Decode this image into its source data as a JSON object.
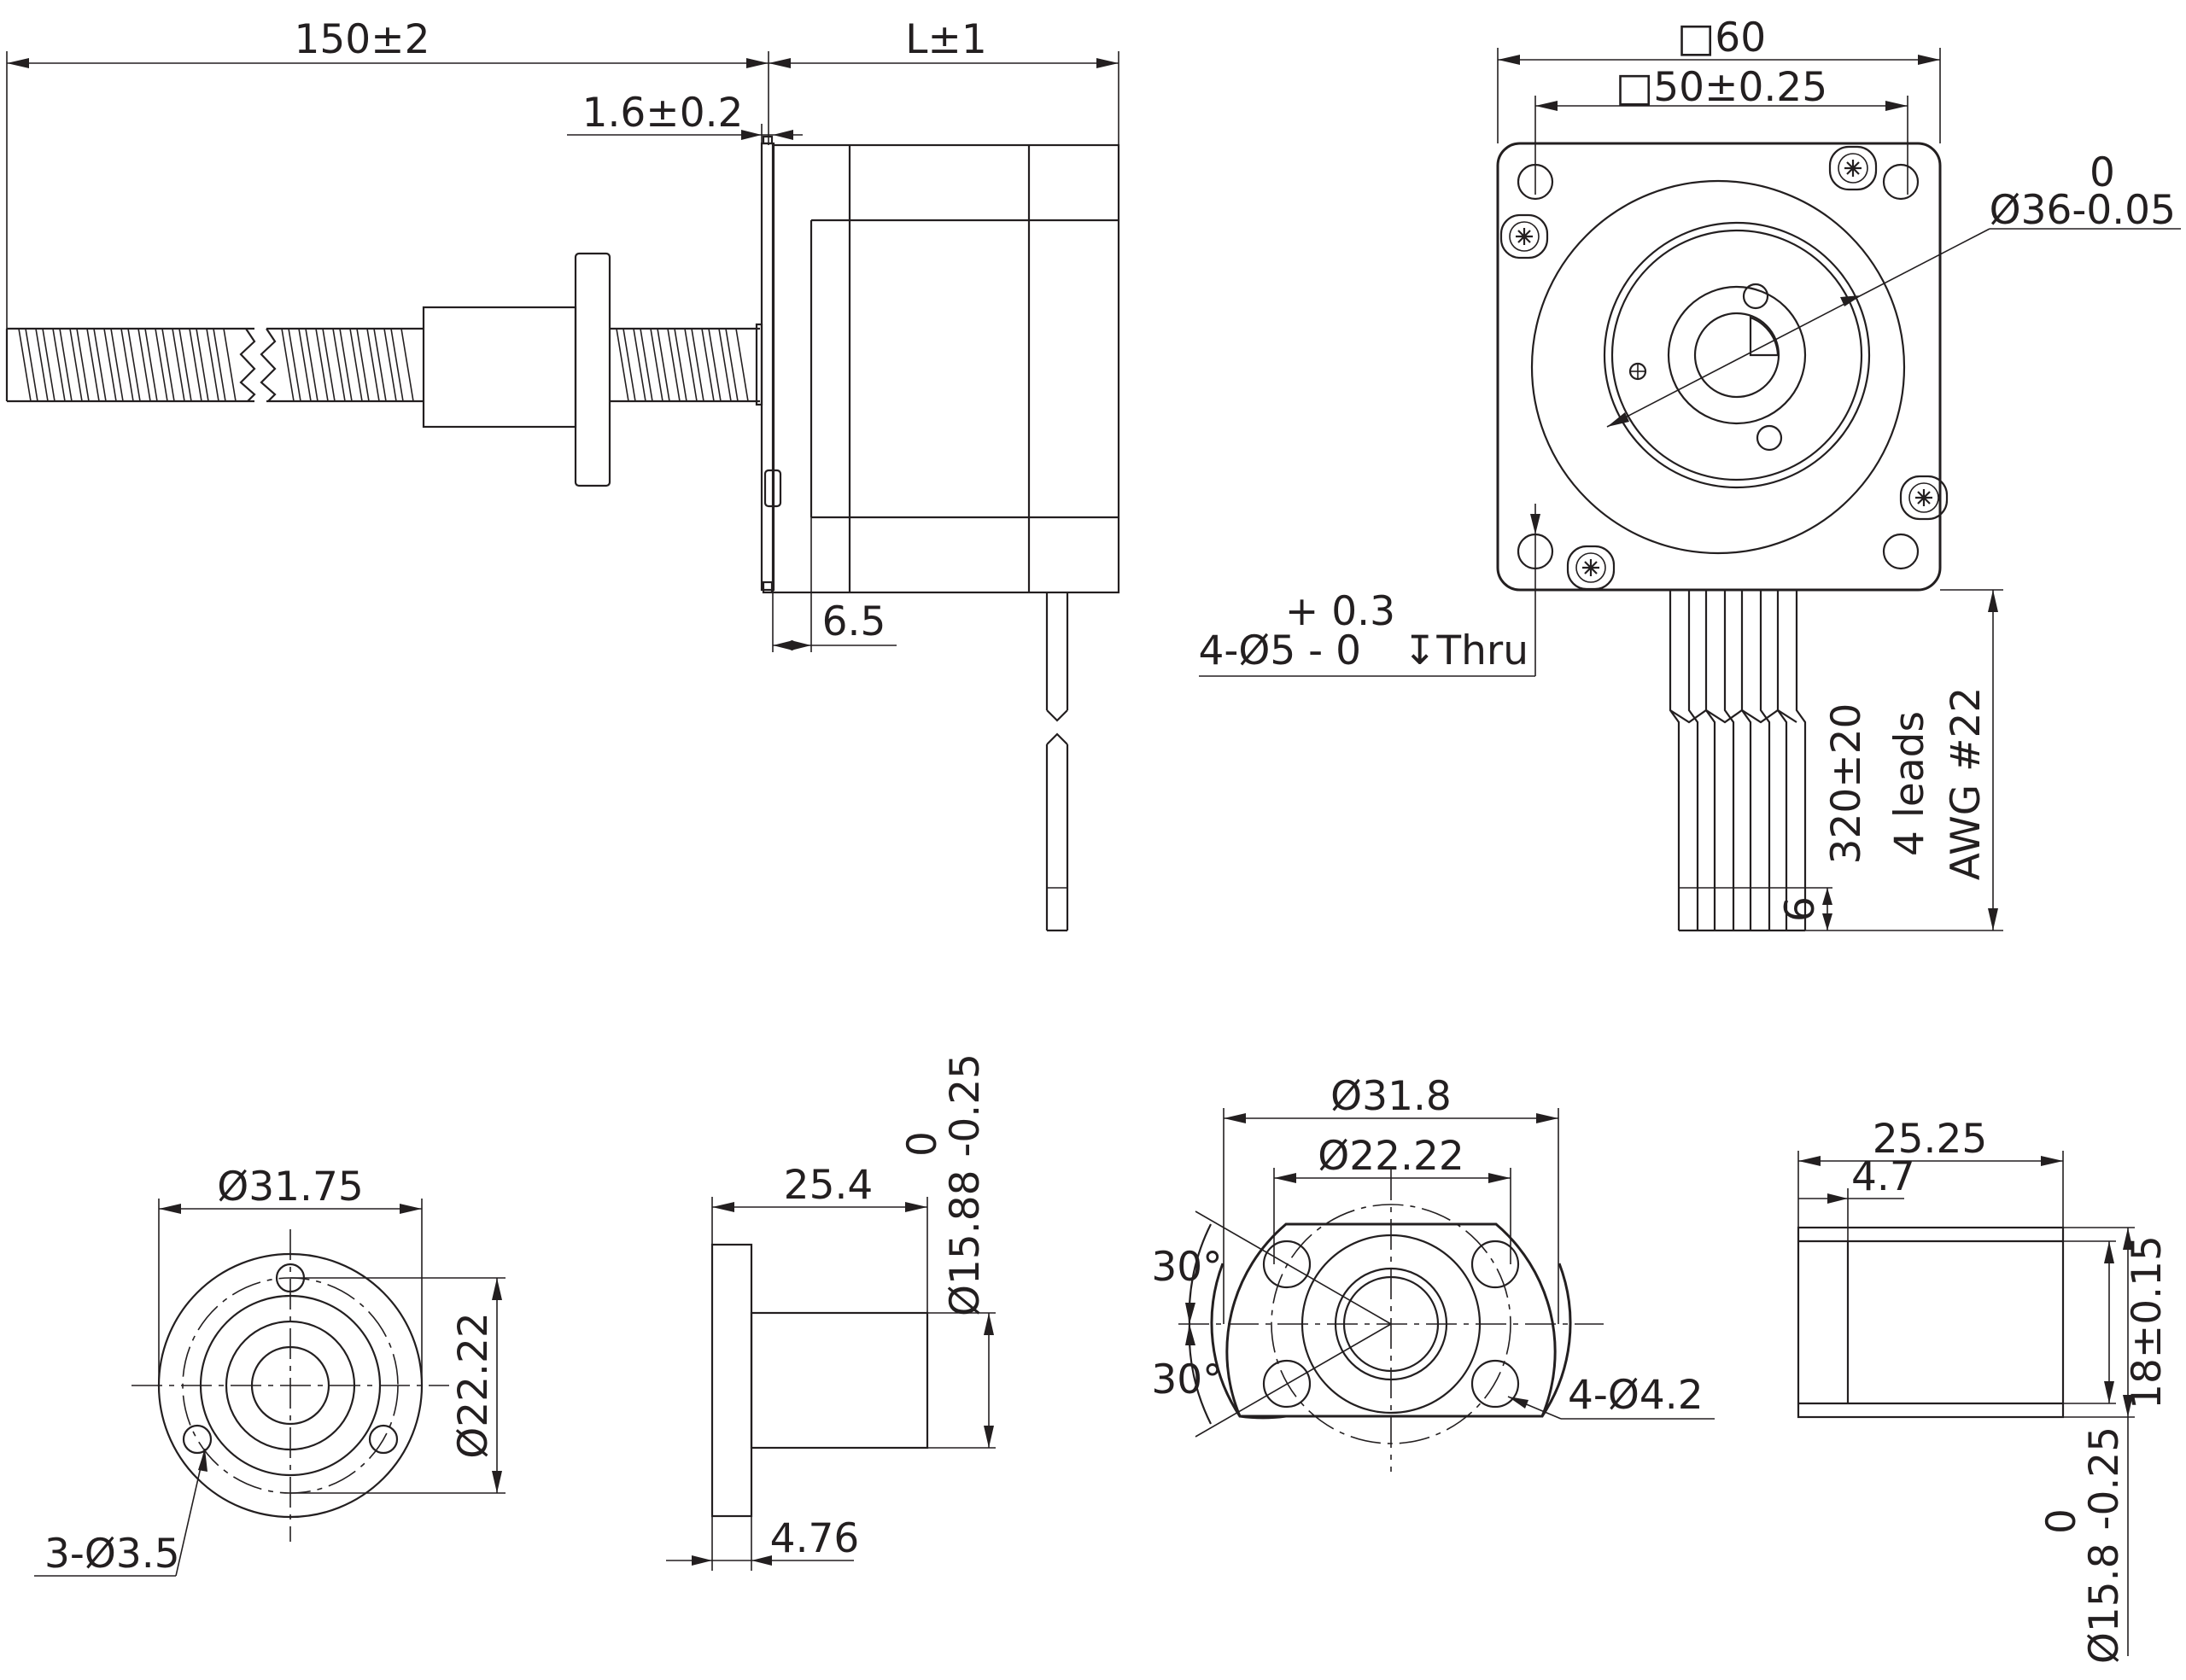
{
  "top_left_view": {
    "dim_screw_length": "150±2",
    "dim_motor_length": "L±1",
    "dim_flange_thickness": "1.6±0.2",
    "dim_boss": "6.5"
  },
  "top_right_view": {
    "dim_square": "□60",
    "dim_hole_pitch": "□50±0.25",
    "dim_pilot_upper": "0",
    "dim_pilot": "Ø36-0.05",
    "dim_holes_tol_upper": "+ 0.3",
    "dim_holes": "4-Ø5 - 0",
    "dim_holes_thru": "↧Thru",
    "lead_length": "320±20",
    "lead_count": "4 leads",
    "lead_gauge": "AWG #22",
    "lead_strip": "6"
  },
  "nut_front_view": {
    "dim_flange_dia": "Ø31.75",
    "dim_pcd": "Ø22.22",
    "dim_holes": "3-Ø3.5"
  },
  "nut_side_view": {
    "dim_length": "25.4",
    "dim_flange": "4.76",
    "dim_body_upper": "0",
    "dim_body": "Ø15.88 -0.25"
  },
  "nut2_front_view": {
    "dim_flange_dia": "Ø31.8",
    "dim_pcd": "Ø22.22",
    "angle_upper": "30°",
    "angle_lower": "30°",
    "dim_holes": "4-Ø4.2"
  },
  "nut2_side_view": {
    "dim_length": "25.25",
    "dim_flange": "4.7",
    "dim_width": "18±0.15",
    "dim_body_upper": "0",
    "dim_body": "Ø15.8 -0.25"
  }
}
